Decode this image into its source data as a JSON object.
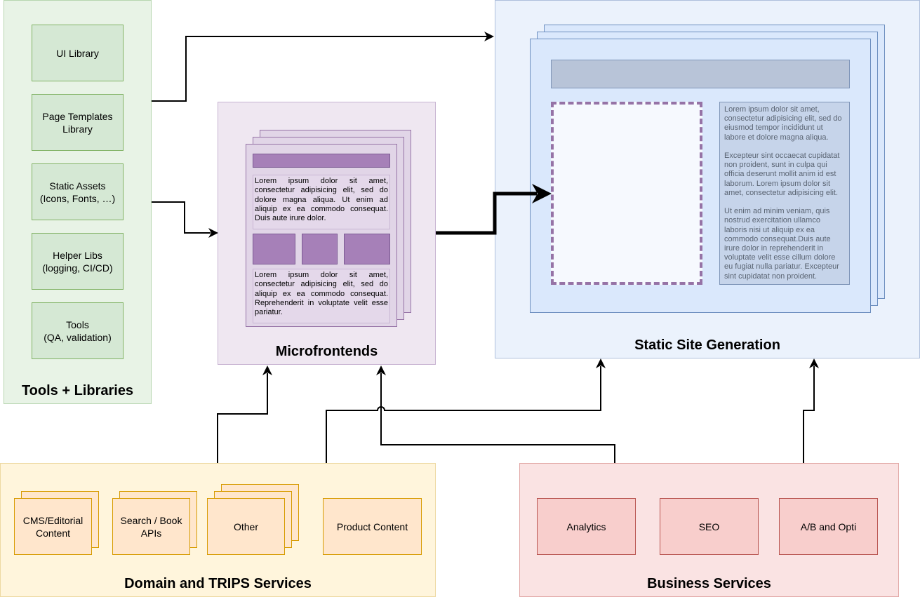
{
  "tools": {
    "title": "Tools + Libraries",
    "items": [
      "UI Library",
      "Page Templates\nLibrary",
      "Static Assets\n(Icons, Fonts, …)",
      "Helper Libs\n(logging, CI/CD)",
      "Tools\n(QA, validation)"
    ]
  },
  "micro": {
    "title": "Microfrontends",
    "text1": "Lorem ipsum dolor sit amet, consectetur adipisicing elit, sed do dolore magna aliqua. Ut enim ad aliquip ex ea commodo consequat. Duis aute irure dolor.",
    "text2": "Lorem ipsum dolor sit amet, consectetur adipisicing elit, sed do aliquip ex ea commodo consequat. Reprehenderit in voluptate velit esse pariatur."
  },
  "ssg": {
    "title": "Static Site Generation",
    "text": "Lorem ipsum dolor sit amet, consectetur adipisicing elit, sed do eiusmod tempor incididunt ut labore et dolore magna aliqua.\n\nExcepteur sint occaecat cupidatat non proident, sunt in culpa qui officia deserunt mollit anim id est laborum. Lorem ipsum dolor sit amet, consectetur adipisicing elit.\n\nUt enim ad minim veniam, quis nostrud exercitation ullamco laboris nisi ut aliquip ex ea commodo consequat.Duis aute irure dolor in reprehenderit in voluptate velit esse cillum dolore eu fugiat nulla pariatur. Excepteur sint cupidatat non proident."
  },
  "domain": {
    "title": "Domain and TRIPS Services",
    "items": [
      "CMS/Editorial\nContent",
      "Search / Book\nAPIs",
      "Other",
      "Product Content"
    ]
  },
  "business": {
    "title": "Business Services",
    "items": [
      "Analytics",
      "SEO",
      "A/B and Opti"
    ]
  },
  "colors": {
    "green_fill": "#d5e8d4",
    "green_stroke": "#82b366",
    "purple_fill": "#e1d5e7",
    "purple_stroke": "#9673a6",
    "blue_fill": "#dae8fc",
    "blue_stroke": "#6c8ebf",
    "orange_fill": "#ffe6cc",
    "orange_stroke": "#d79b00",
    "red_fill": "#f8cecc",
    "red_stroke": "#b85450"
  }
}
